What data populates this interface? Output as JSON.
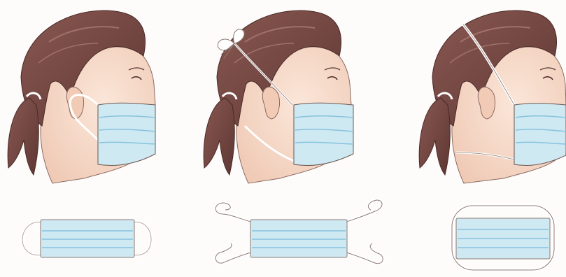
{
  "figure": {
    "panels": [
      {
        "id": "ear-loop",
        "mask_type": "ear-loop"
      },
      {
        "id": "tie-on",
        "mask_type": "tie-on"
      },
      {
        "id": "head-band",
        "mask_type": "head-band"
      }
    ]
  },
  "colors": {
    "background": "#fdfcfb",
    "hair": "#7a4a46",
    "hair_highlight": "#a0706a",
    "skin": "#f6dccd",
    "skin_shadow": "#e9bfa9",
    "mask_fill": "#cfe9f3",
    "mask_pleat": "#86c3dc",
    "outline": "#6b5650",
    "strap": "#ffffff"
  }
}
